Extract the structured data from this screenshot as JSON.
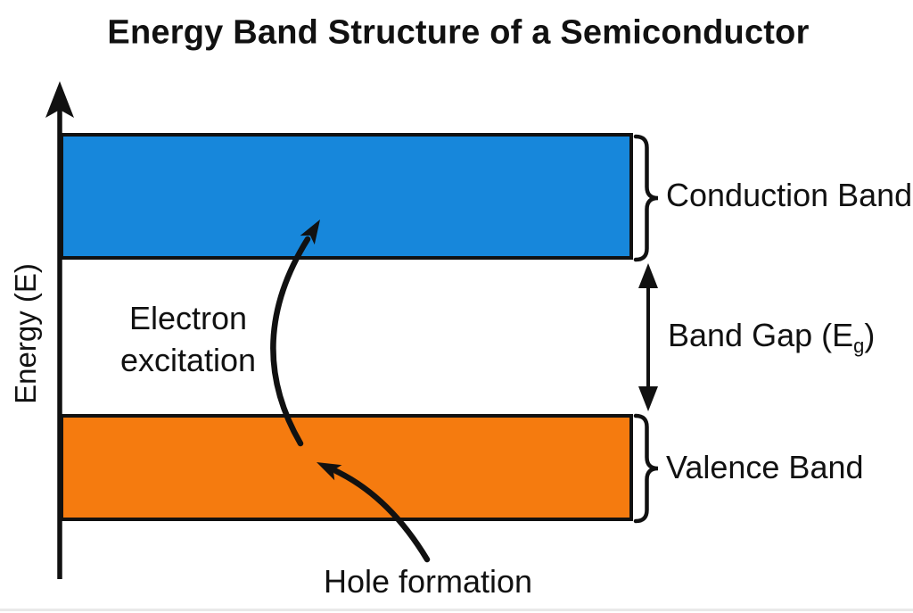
{
  "title": "Energy Band Structure of a Semiconductor",
  "colors": {
    "conduction_band": "#1787DB",
    "valence_band": "#F57B0F",
    "ink": "#111111",
    "background": "#FFFFFF"
  },
  "axis": {
    "label": "Energy (E)"
  },
  "bands": {
    "conduction": {
      "label": "Conduction Band"
    },
    "valence": {
      "label": "Valence Band"
    }
  },
  "band_gap": {
    "label_prefix": "Band Gap (E",
    "subscript": "g",
    "label_suffix": ")"
  },
  "annotations": {
    "electron_excitation_line1": "Electron",
    "electron_excitation_line2": "excitation",
    "hole_formation": "Hole formation"
  }
}
